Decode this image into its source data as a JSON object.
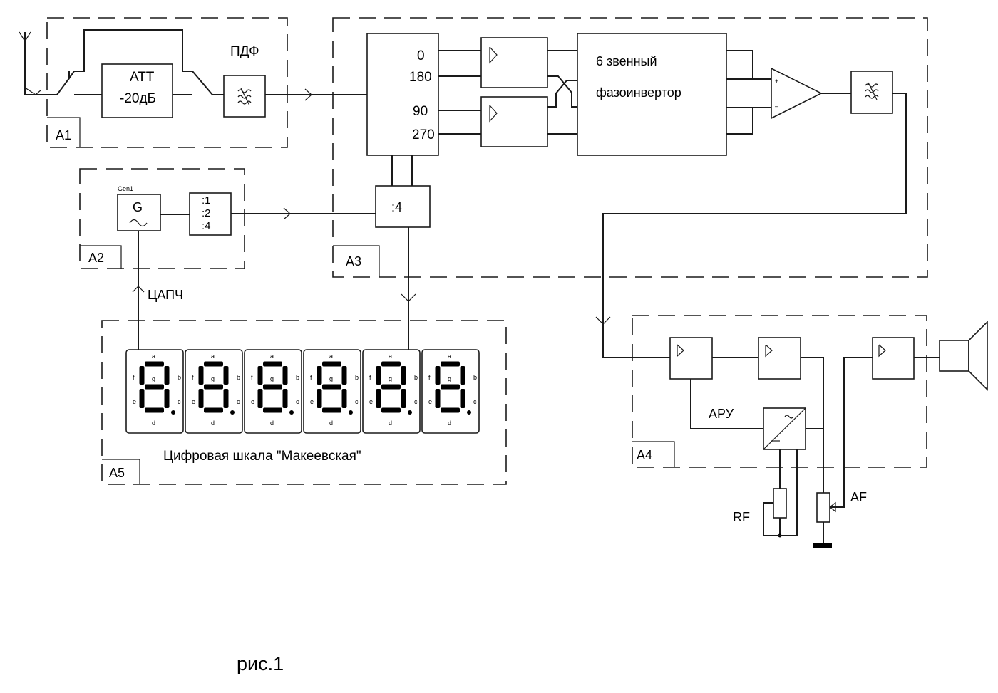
{
  "blocks": {
    "a1": {
      "id": "A1",
      "att": "АТТ",
      "att_value": "-20дБ",
      "filter": "ПДФ"
    },
    "a2": {
      "id": "A2",
      "gen_ref": "Gen1",
      "gen_symbol": "G",
      "div1": ":1",
      "div2": ":2",
      "div4": ":4"
    },
    "a3": {
      "id": "A3",
      "phase0": "0",
      "phase180": "180",
      "phase90": "90",
      "phase270": "270",
      "divider": ":4",
      "inverter_line1": "6 звенный",
      "inverter_line2": "фазоинвертор"
    },
    "a4": {
      "id": "A4",
      "agc": "АРУ",
      "rf": "RF",
      "af": "AF"
    },
    "a5": {
      "id": "A5",
      "caption": "Цифровая шкала \"Макеевская\"",
      "digit_count": 6,
      "segment_labels": [
        "a",
        "b",
        "c",
        "d",
        "e",
        "f",
        "g"
      ]
    }
  },
  "afc": "ЦАПЧ",
  "figure_caption": "рис.1"
}
